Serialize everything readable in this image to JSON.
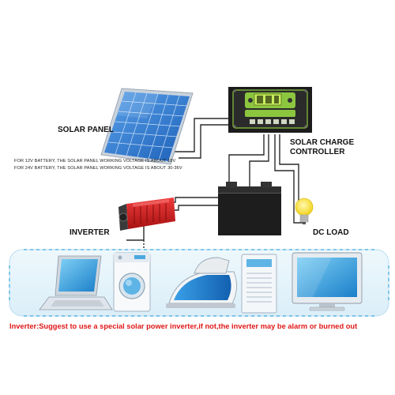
{
  "labels": {
    "solar_panel": "SOLAR PANEL",
    "charge_controller_line1": "SOLAR CHARGE",
    "charge_controller_line2": "CONTROLLER",
    "inverter": "INVERTER",
    "dc_load": "DC LOAD"
  },
  "notes": {
    "battery_12v": "FOR 12V BATTERY, THE SOLAR PANEL WORKING VOLTAGE IS ABOUT 18V",
    "battery_24v": "FOR 24V BATTERY, THE SOLAR PANEL WORKING VOLTAGE IS ABOUT 30-36V"
  },
  "warning": "Inverter:Suggest to use a special solar power inverter,if not,the inverter may be alarm or burned out",
  "colors": {
    "wire": "#2a2a2a",
    "panel_blue": "#2f78d6",
    "inverter_red": "#d62020",
    "controller_green": "#8cc63f",
    "appliance_band": "#e6f3fb",
    "warning_red": "#e01818"
  }
}
